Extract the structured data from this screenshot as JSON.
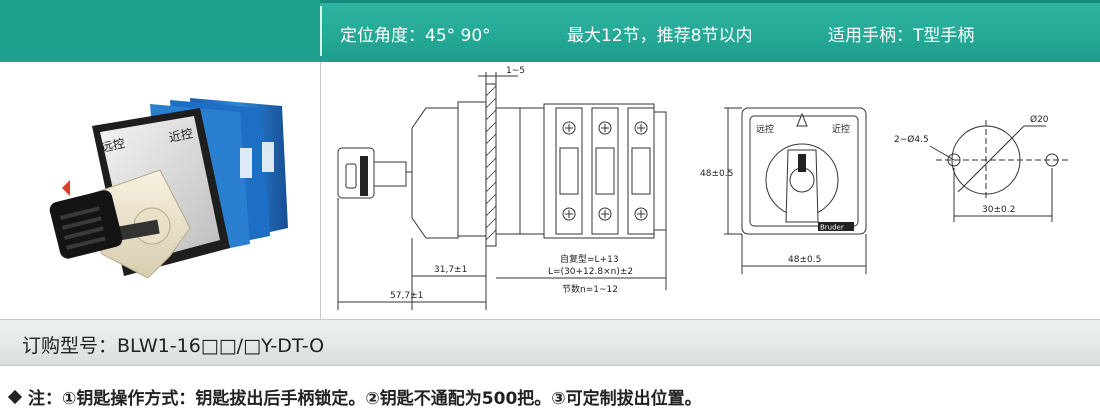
{
  "header": {
    "spec_angle": "定位角度：45°  90°",
    "spec_sections": "最大12节，推荐8节以内",
    "spec_handle": "适用手柄：T型手柄"
  },
  "photo": {
    "label_far": "远控",
    "label_near": "近控"
  },
  "drawing": {
    "dim_gap": "1~5",
    "dim_front": "31,7±1",
    "dim_overall": "57,7±1",
    "self_return": "自复型=L+13",
    "length_formula": "L=(30+12.8×n)±2",
    "sections_range": "节数n=1~12",
    "dim_height": "48±0.5",
    "dim_width": "48±0.5",
    "front_far": "远控",
    "front_near": "近控",
    "brand": "Bruder",
    "dim_diameter": "Ø20",
    "dim_holes": "2−Ø4.5",
    "dim_spacing": "30±0.2"
  },
  "order": {
    "text": "订购型号：BLW1-16□□/□Y-DT-O"
  },
  "note": {
    "text": "注：①钥匙操作方式：钥匙拔出后手柄锁定。②钥匙不通配为500把。③可定制拔出位置。"
  },
  "colors": {
    "header_teal": "#1fa18f",
    "body_blue": "#1c6fc4",
    "handle_cream": "#efe6cf"
  }
}
